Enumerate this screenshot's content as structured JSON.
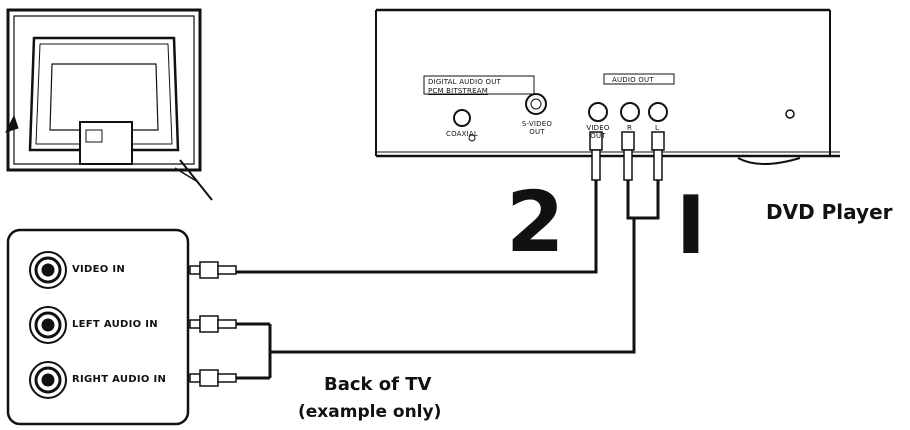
{
  "dvd_panel": {
    "digital_audio_out": "DIGITAL AUDIO OUT",
    "pcm_bitstream": "PCM BITSTREAM",
    "coaxial": "COAXIAL",
    "svideo_out": "S-VIDEO OUT",
    "video_out": "VIDEO OUT",
    "audio_out": "AUDIO OUT",
    "audio_r": "R",
    "audio_l": "L"
  },
  "tv_panel": {
    "video_in": "VIDEO IN",
    "left_audio_in": "LEFT AUDIO IN",
    "right_audio_in": "RIGHT AUDIO IN"
  },
  "step_numbers": {
    "step_video": "2",
    "step_audio": "I"
  },
  "labels": {
    "dvd_player": "DVD Player",
    "back_of_tv": "Back of TV",
    "example_only": "(example only)"
  }
}
